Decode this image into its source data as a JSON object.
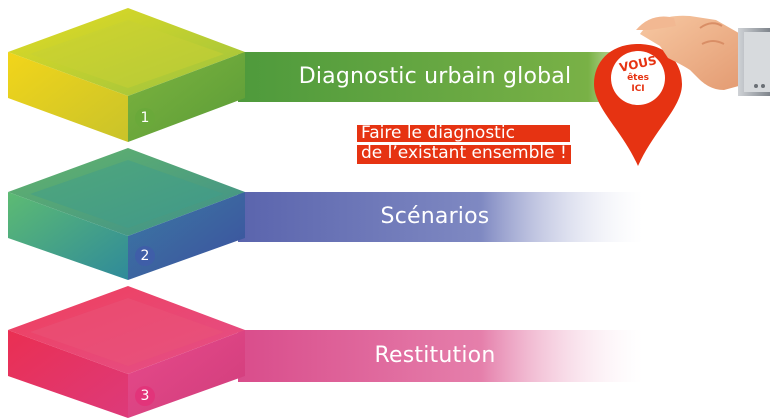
{
  "colors": {
    "step1": "#6aa93a",
    "step2": "#3f5ea8",
    "step3": "#e2347a",
    "accent": "#e63312"
  },
  "steps": [
    {
      "number": "1",
      "label": "Diagnostic urbain global"
    },
    {
      "number": "2",
      "label": "Scénarios"
    },
    {
      "number": "3",
      "label": "Restitution"
    }
  ],
  "callout": {
    "line1": "Faire le diagnostic",
    "line2": "de l’existant ensemble !"
  },
  "pin": {
    "line1": "VOUS",
    "line2": "êtes",
    "line3": "ICI"
  },
  "decoration": {
    "hand_icon": "pointing-hand-icon",
    "pin_icon": "location-pin-icon"
  }
}
